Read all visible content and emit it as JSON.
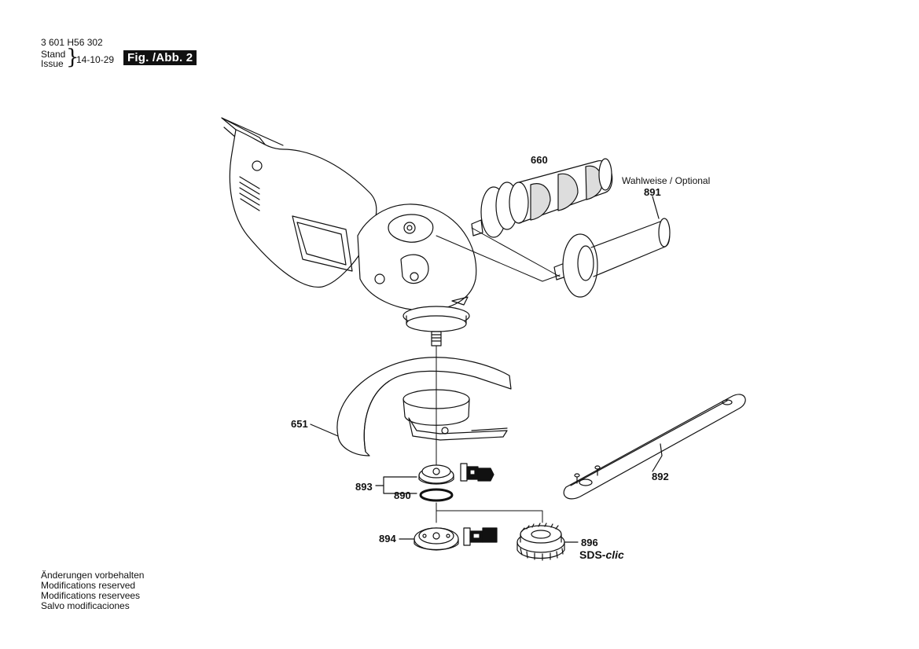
{
  "header": {
    "part_number": "3 601 H56 302",
    "stand_label": "Stand",
    "issue_label": "Issue",
    "date": "14-10-29",
    "figure_label": "Fig. /Abb. 2"
  },
  "callouts": {
    "c660": "660",
    "c891": "891",
    "optional": "Wahlweise / Optional",
    "c651": "651",
    "c893": "893",
    "c890": "890",
    "c892": "892",
    "c894": "894",
    "c896": "896",
    "sds_prefix": "SDS-",
    "sds_suffix": "clic"
  },
  "notes": [
    "Änderungen vorbehalten",
    "Modifications reserved",
    "Modifications reservees",
    "Salvo modificaciones"
  ]
}
